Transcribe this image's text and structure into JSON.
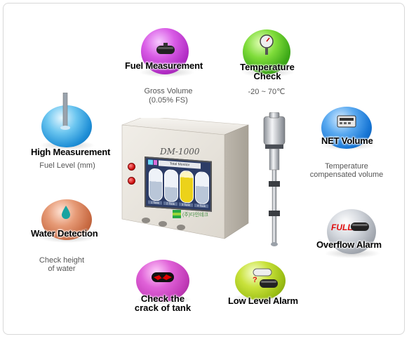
{
  "features": {
    "fuel_measurement": {
      "title": "Fuel Measurement",
      "sub1": "Gross Volume",
      "sub2": "(0.05% FS)"
    },
    "temperature_check": {
      "title1": "Temperature",
      "title2": "Check",
      "sub": "-20 ~ 70℃"
    },
    "high_measurement": {
      "title": "High Measurement",
      "sub": "Fuel Level (mm)"
    },
    "net_volume": {
      "title": "NET Volume",
      "sub1": "Temperature",
      "sub2": "compensated volume"
    },
    "water_detection": {
      "title": "Water  Detection",
      "sub1": "Check height",
      "sub2": "of water"
    },
    "overflow_alarm": {
      "title": "Overflow Alarm",
      "badge": "FULL"
    },
    "crack_check": {
      "title1": "Check the",
      "title2": "crack of tank"
    },
    "low_level_alarm": {
      "title": "Low Level Alarm",
      "badge": "?"
    }
  },
  "device": {
    "model": "DM-1000",
    "screen_header": "Total Monitor",
    "tank_labels": [
      "1 Tank",
      "2 Tank",
      "3 Tank",
      "4 Tank"
    ],
    "brand": "(주)다인테크"
  },
  "colors": {
    "purple": "#c93ad8",
    "green": "#4fc21e",
    "blue": "#1a8fe0",
    "copper": "#d9835e",
    "silver": "#b8bcc4",
    "yellow": "#b9d61a",
    "magenta": "#d83fcf"
  }
}
